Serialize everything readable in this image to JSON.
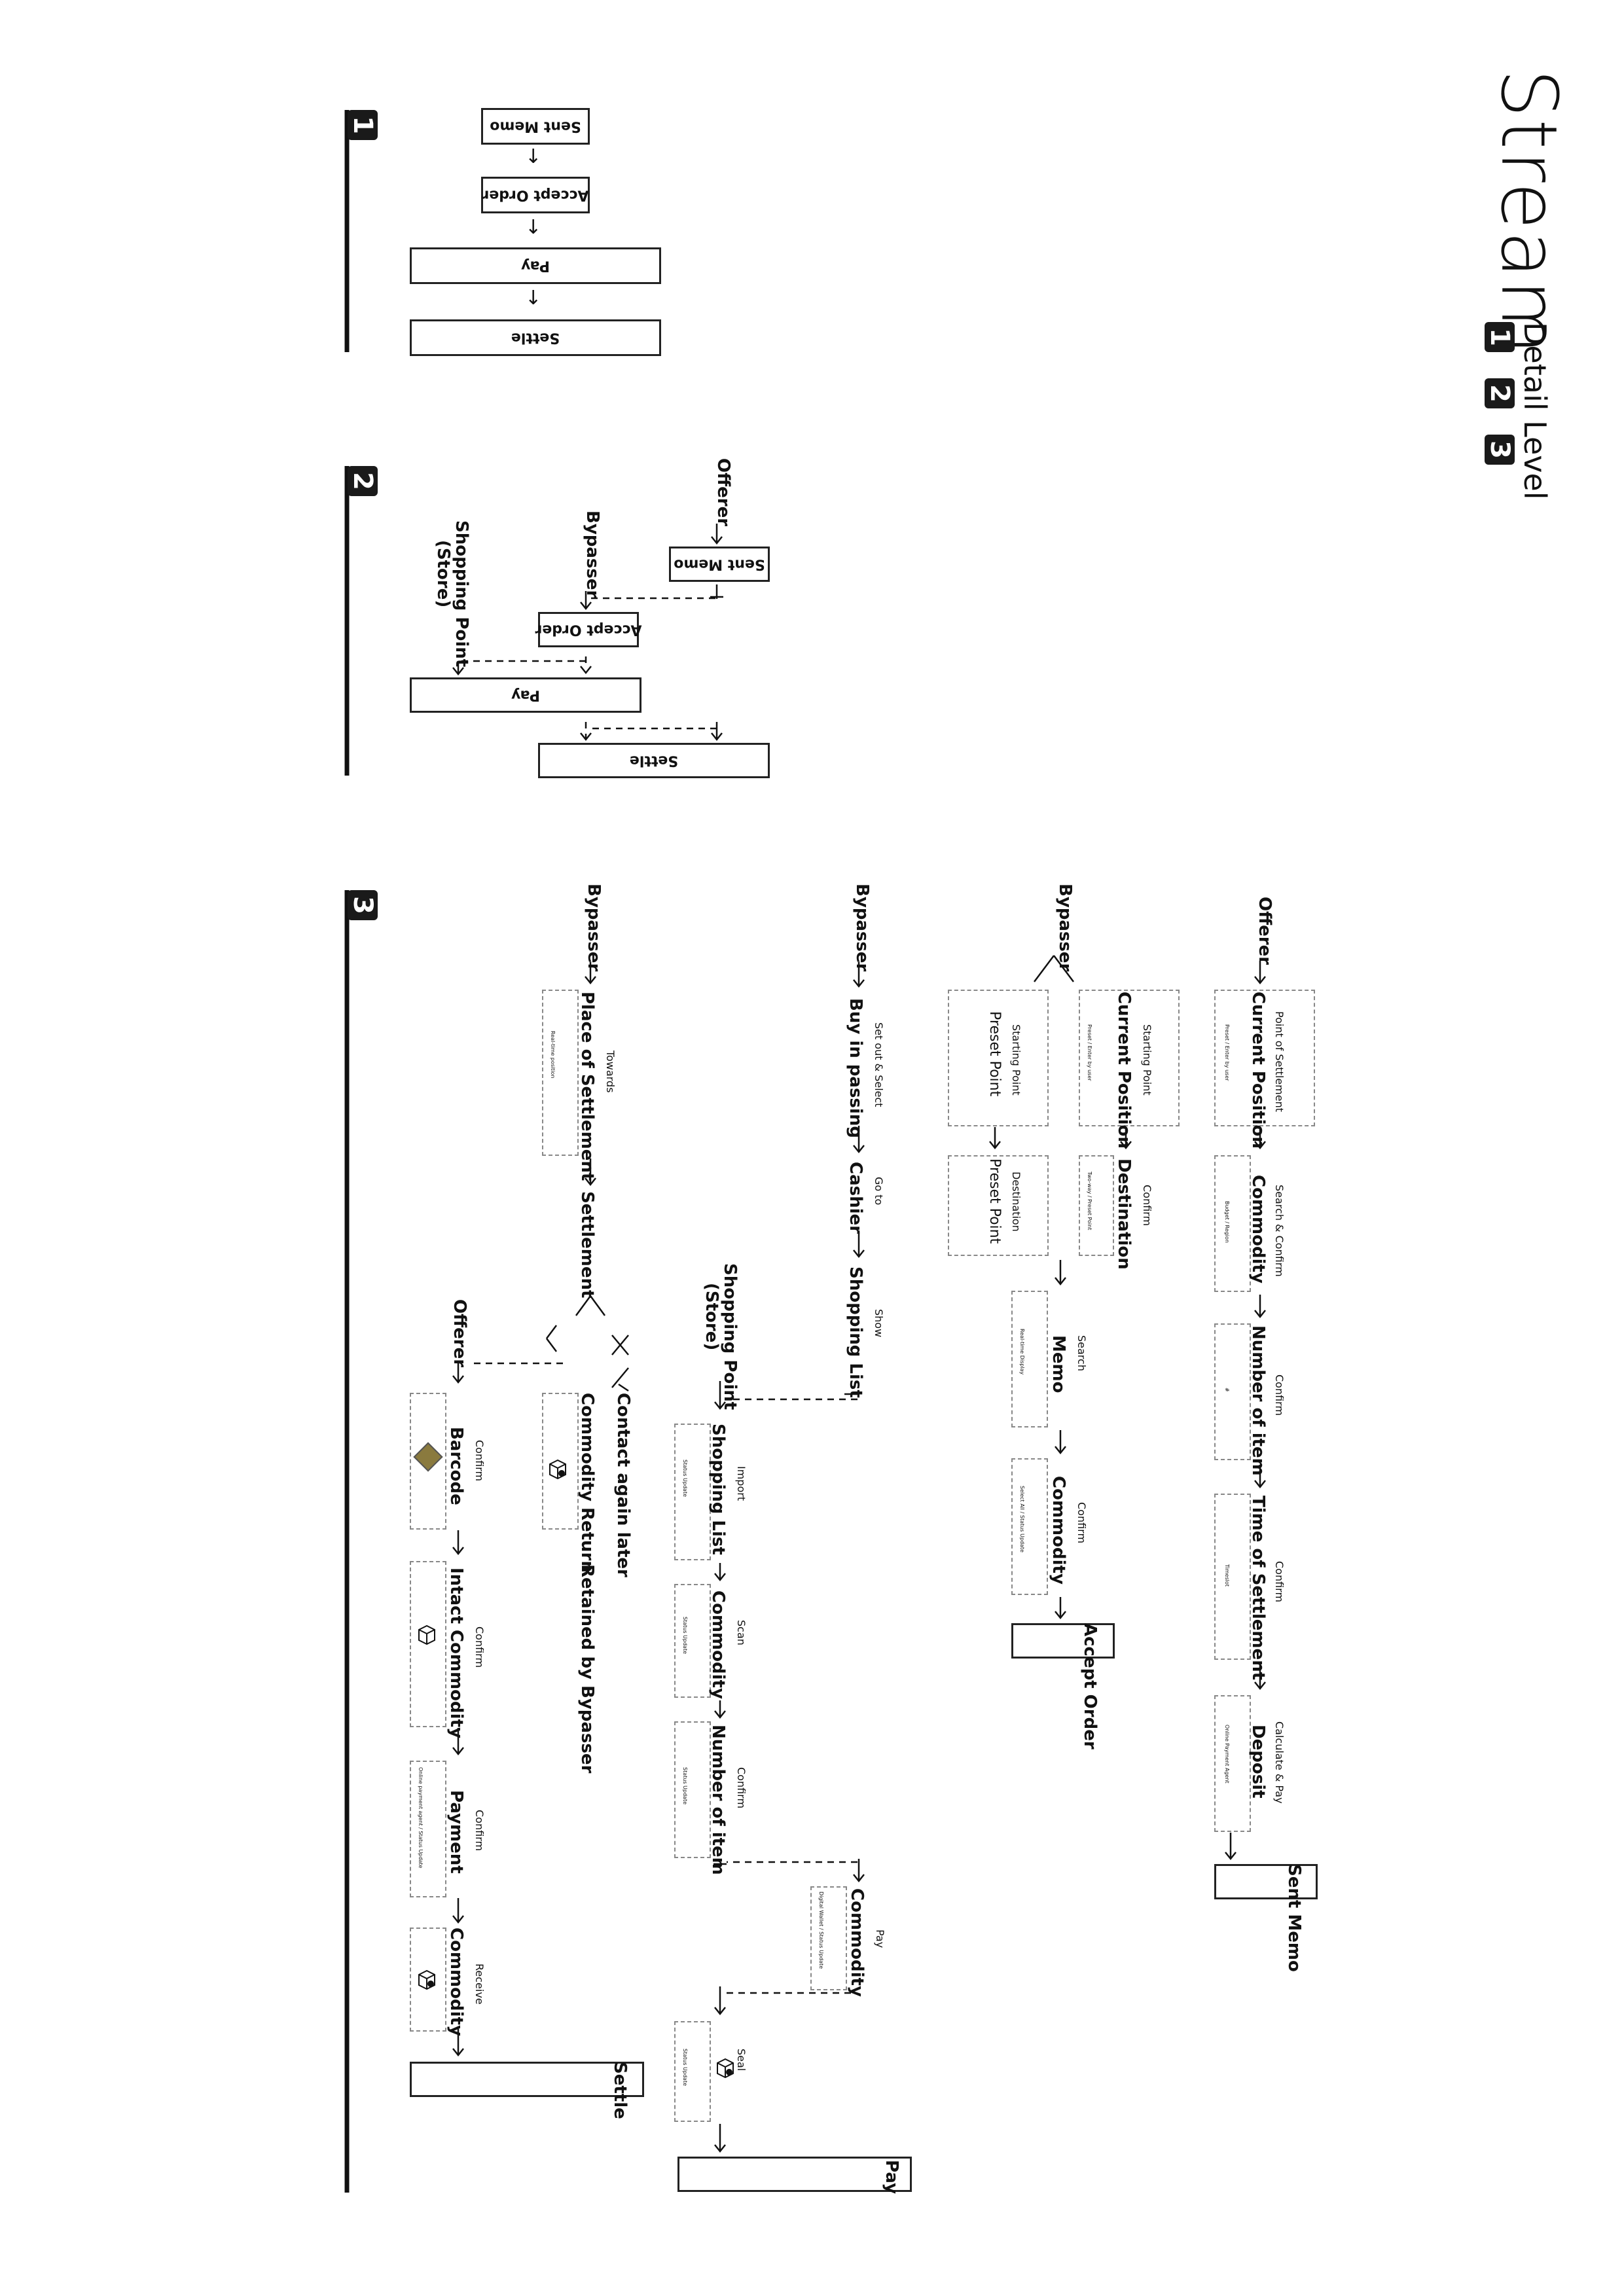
{
  "title": {
    "main": "Stream",
    "sub": "Detail Level",
    "levels": [
      "1",
      "2",
      "3"
    ]
  },
  "sections": [
    "1",
    "2",
    "3"
  ],
  "level1": {
    "boxes": [
      "Sent Memo",
      "Accept Order",
      "Pay",
      "Settle"
    ]
  },
  "level2": {
    "actors": [
      "Offerer",
      "Bypasser",
      "Shopping Point",
      "(Store)"
    ],
    "boxes": [
      "Sent Memo",
      "Accept Order",
      "Pay",
      "Settle"
    ]
  },
  "level3": {
    "offerer_row": {
      "actor": "Offerer",
      "steps": [
        {
          "caption": "Point of Settlement",
          "label": "Current Position",
          "detail": "Preset / Enter by user"
        },
        {
          "caption": "Search & Confirm",
          "label": "Commodity",
          "detail": "Budget / Region"
        },
        {
          "caption": "Confirm",
          "label": "Number of item",
          "detail": "#"
        },
        {
          "caption": "Confirm",
          "label": "Time of Settlement",
          "detail": "Timeslot"
        },
        {
          "caption": "Calculate & Pay",
          "label": "Deposit",
          "detail": "Online Payment Agent"
        }
      ],
      "end": "Sent Memo"
    },
    "bypasser_accept": {
      "actor": "Bypasser",
      "starting_a": {
        "caption": "Starting Point",
        "label": "Current Position",
        "detail": "Preset / Enter by user"
      },
      "starting_b": {
        "caption": "Starting Point",
        "label": "Preset Point"
      },
      "destination_a": {
        "caption": "Confirm",
        "label": "Destination",
        "detail": "Two-way / Preset Point"
      },
      "destination_b": {
        "caption": "Destination",
        "label": "Preset Point"
      },
      "memo": {
        "caption": "Search",
        "label": "Memo",
        "detail": "Real-time Display"
      },
      "commodity": {
        "caption": "Confirm",
        "label": "Commodity",
        "detail": "Select All / Status Update"
      },
      "end": "Accept Order"
    },
    "bypasser_pay": {
      "actor": "Bypasser",
      "steps": [
        {
          "caption": "Set out & Select",
          "label": "Buy in passing"
        },
        {
          "caption": "Go to",
          "label": "Cashier"
        },
        {
          "caption": "Show",
          "label": "Shopping List"
        }
      ],
      "store_actor": [
        "Shopping Point",
        "(Store)"
      ],
      "store_steps": [
        {
          "caption": "Import",
          "label": "Shopping List",
          "detail": "Status Update"
        },
        {
          "caption": "Scan",
          "label": "Commodity",
          "detail": "Status Update"
        },
        {
          "caption": "Confirm",
          "label": "Number of item",
          "detail": "Status Update"
        }
      ],
      "pay_step": {
        "caption": "Pay",
        "label": "Commodity",
        "detail": "Digital Wallet / Status Update"
      },
      "seal_step": {
        "caption": "Seal",
        "detail": "Status Update"
      },
      "end": "Pay"
    },
    "bypasser_settle": {
      "actor": "Bypasser",
      "towards": {
        "caption": "Towards",
        "label": "Place of Settlement",
        "detail": "Real-time position"
      },
      "settlement": "Settlement",
      "branch": [
        "Contact again later",
        "Commodity Return",
        "Retained by Bypasser"
      ],
      "offerer_actor": "Offerer",
      "offerer_steps": [
        {
          "caption": "Confirm",
          "label": "Barcode"
        },
        {
          "caption": "Confirm",
          "label": "Intact Commodity"
        },
        {
          "caption": "Confirm",
          "label": "Payment",
          "detail": "Online payment agent / Status Update"
        },
        {
          "caption": "Receive",
          "label": "Commodity"
        }
      ],
      "end": "Settle"
    }
  },
  "colors": {
    "barcode": "#8a7a3e",
    "line": "#111111",
    "dashed": "#888888"
  }
}
